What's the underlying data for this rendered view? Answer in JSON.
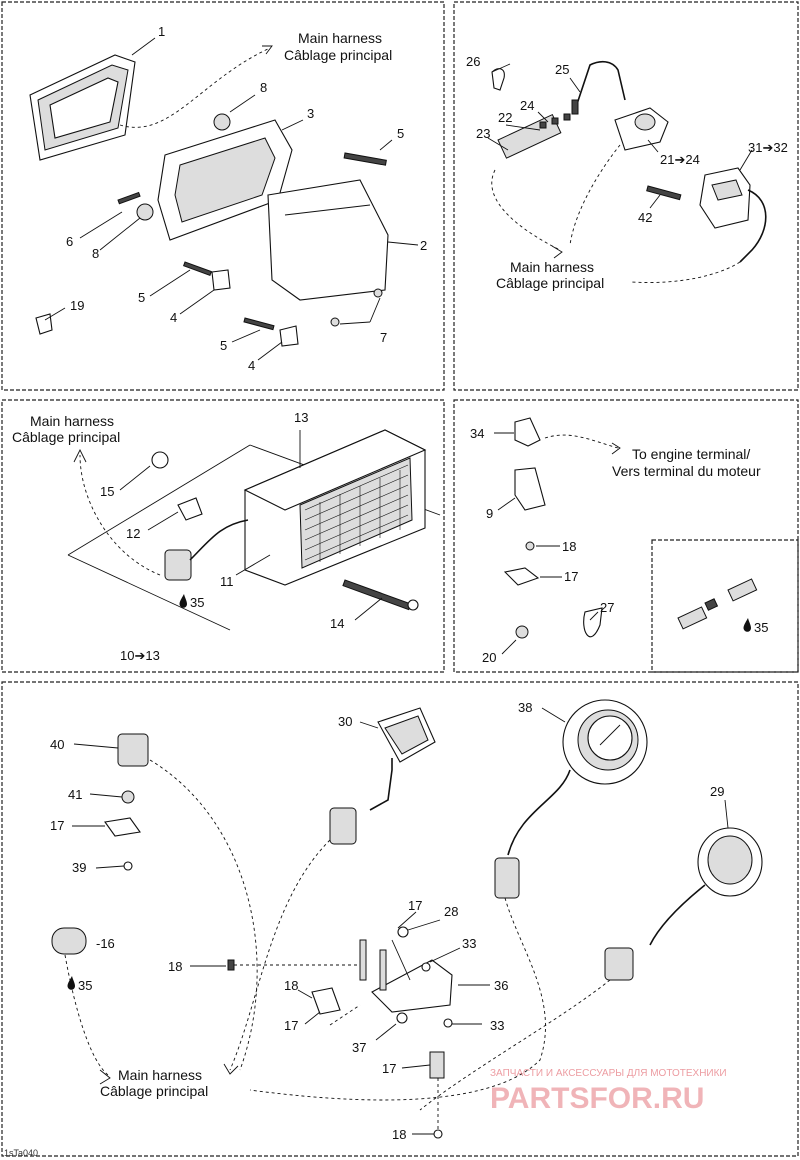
{
  "figure_code": "1sTa040",
  "notes": {
    "main_harness_line1": "Main harness",
    "main_harness_line2": "Câblage principal",
    "engine_terminal_line1": "To engine terminal/",
    "engine_terminal_line2": "Vers terminal du moteur"
  },
  "watermark": {
    "line1": "ЗАПЧАСТИ И АКСЕССУАРЫ ДЛЯ МОТОТЕХНИКИ",
    "line2": "PARTSFOR.RU"
  },
  "panel1": {
    "labels": [
      "1",
      "8",
      "3",
      "5",
      "2",
      "6",
      "8",
      "5",
      "4",
      "5",
      "4",
      "7",
      "19"
    ]
  },
  "panel2": {
    "labels": [
      "26",
      "25",
      "24",
      "22",
      "23",
      "21➔24",
      "31➔32",
      "42"
    ]
  },
  "panel3": {
    "labels": [
      "13",
      "15",
      "12",
      "11",
      "35",
      "14",
      "10➔13"
    ]
  },
  "panel4": {
    "labels": [
      "34",
      "9",
      "18",
      "17",
      "27",
      "20",
      "35"
    ]
  },
  "panel5": {
    "labels": [
      "40",
      "30",
      "38",
      "41",
      "17",
      "29",
      "39",
      "17",
      "28",
      "-16",
      "33",
      "18",
      "36",
      "35",
      "18",
      "17",
      "33",
      "37",
      "17",
      "18"
    ]
  }
}
